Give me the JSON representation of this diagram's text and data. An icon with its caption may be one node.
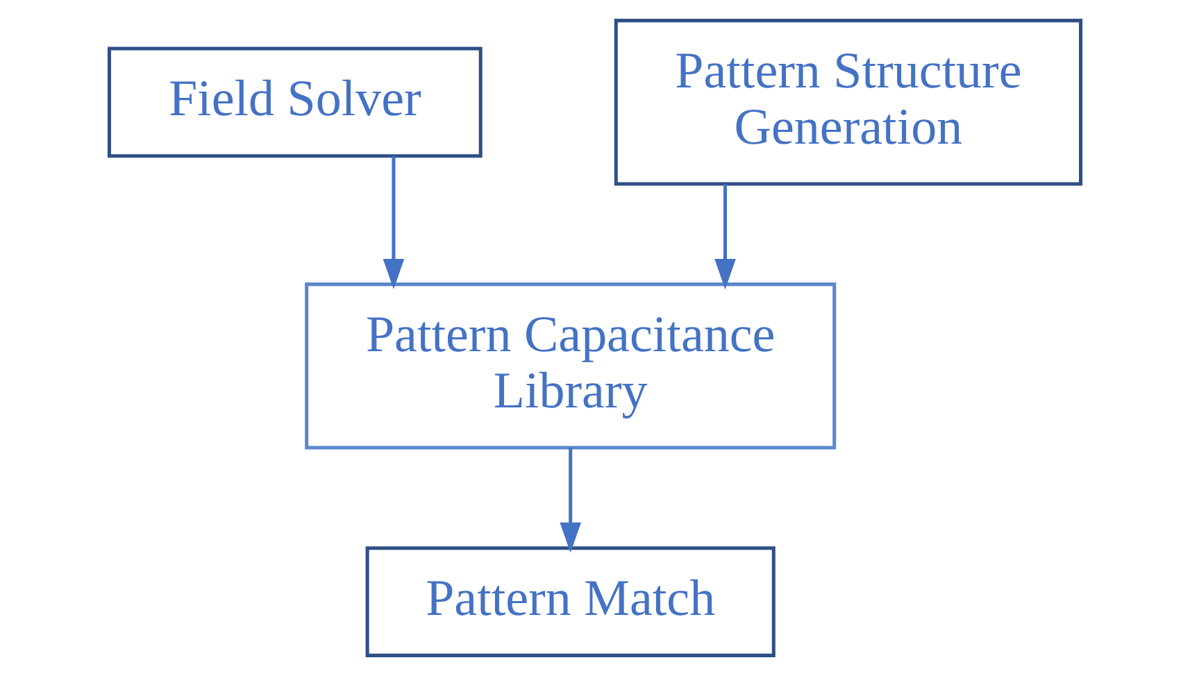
{
  "diagram": {
    "nodes": [
      {
        "text": [
          "Field Solver"
        ]
      },
      {
        "text": [
          "Pattern Structure Generation"
        ]
      },
      {
        "text": [
          "Pattern Capacitance Library"
        ]
      },
      {
        "text": [
          "Pattern Match"
        ]
      }
    ],
    "edges": [
      {
        "from": 0,
        "to": 2,
        "arrow": "to"
      },
      {
        "from": 1,
        "to": 2,
        "arrow": "to"
      },
      {
        "from": 2,
        "to": 3,
        "arrow": "to"
      }
    ]
  }
}
